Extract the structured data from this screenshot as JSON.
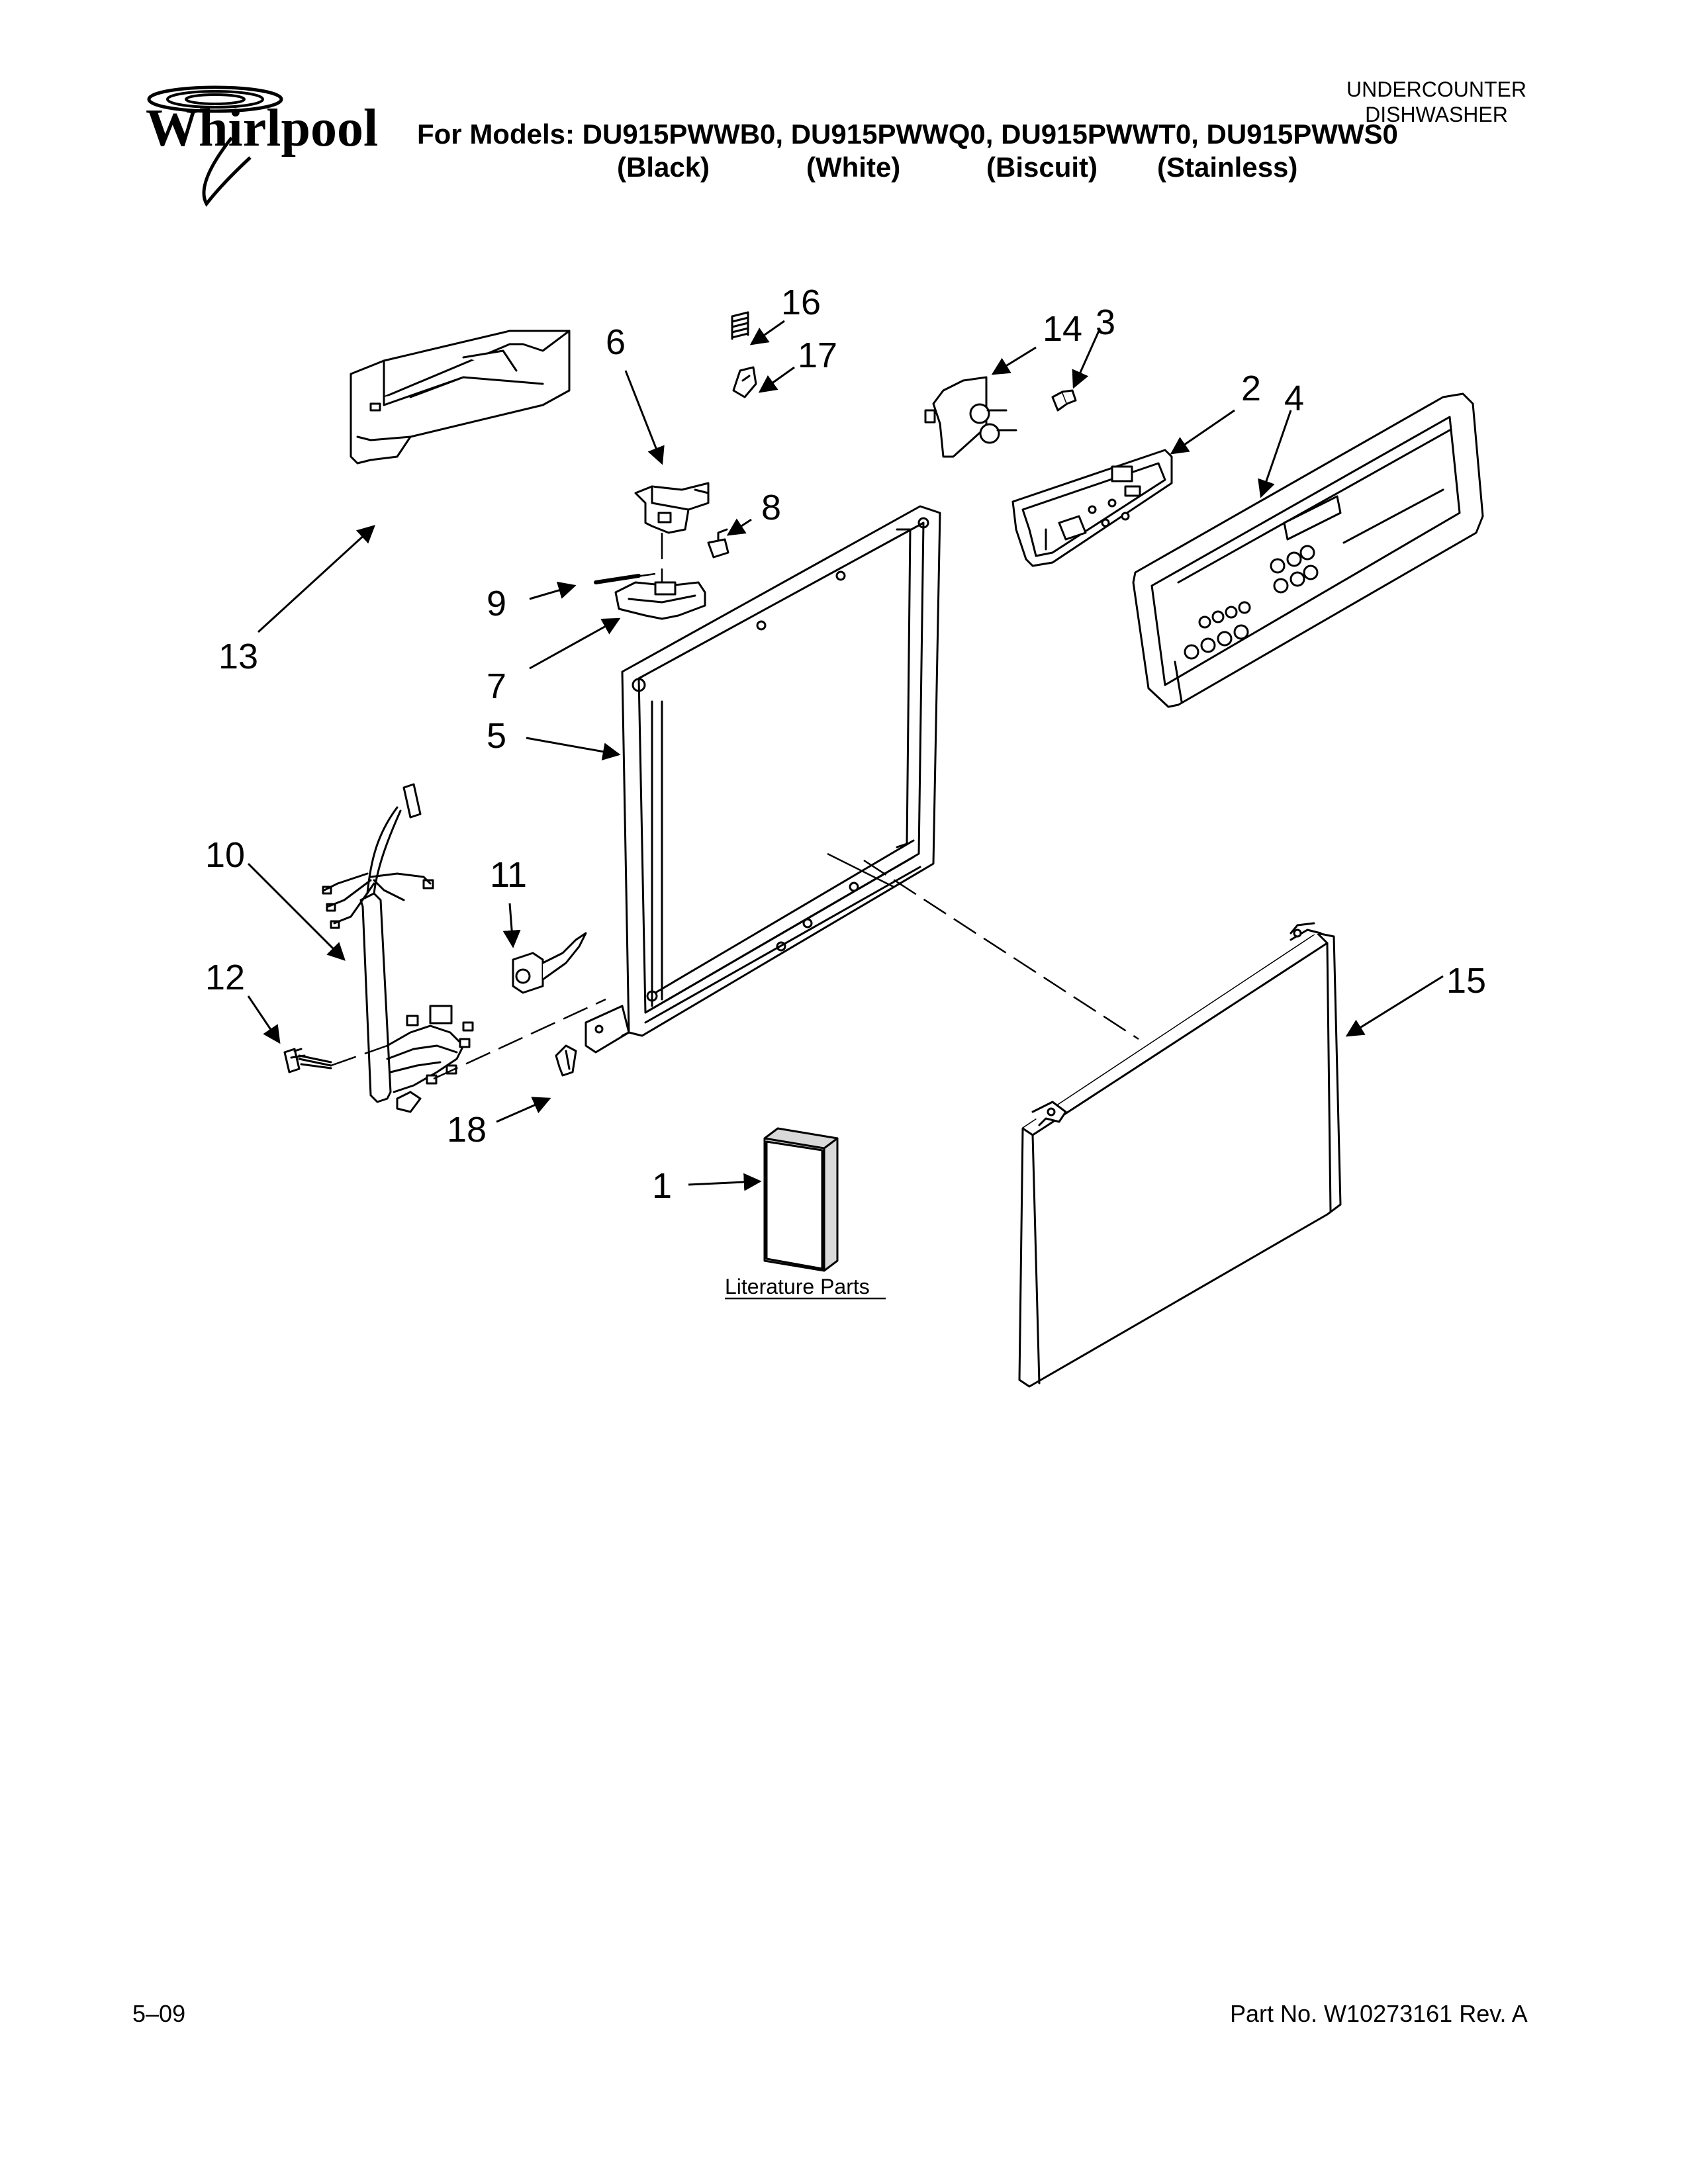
{
  "header": {
    "brand": "Whirlpool",
    "models_line": "For Models: DU915PWWB0, DU915PWWQ0, DU915PWWT0, DU915PWWS0",
    "colors": [
      {
        "label": "(Black)"
      },
      {
        "label": "(White)"
      },
      {
        "label": "(Biscuit)"
      },
      {
        "label": "(Stainless)"
      }
    ],
    "product_line1": "UNDERCOUNTER",
    "product_line2": "DISHWASHER"
  },
  "diagram": {
    "callouts": [
      "1",
      "2",
      "3",
      "4",
      "5",
      "6",
      "7",
      "8",
      "9",
      "10",
      "11",
      "12",
      "13",
      "14",
      "15",
      "16",
      "17",
      "18"
    ],
    "literature_label": "Literature Parts"
  },
  "footer": {
    "date": "5–09",
    "part_number": "Part No. W10273161 Rev. A"
  },
  "colors": {
    "ink": "#000000",
    "part_fill": "#ffffff",
    "shade": "#d9d9d9"
  }
}
